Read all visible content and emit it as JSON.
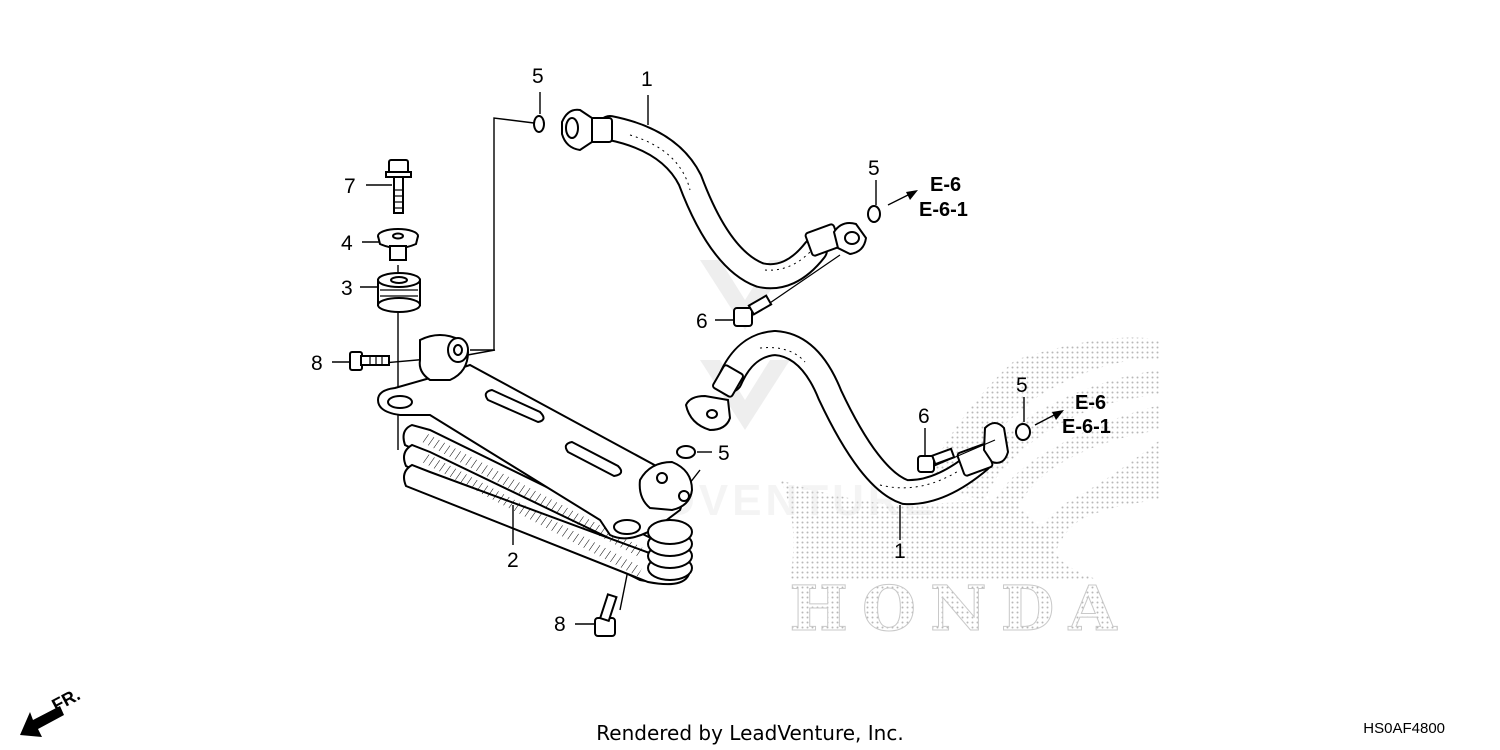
{
  "diagram": {
    "callouts": {
      "hose_upper": "1",
      "hose_lower": "1",
      "cooler": "2",
      "grommet": "3",
      "collar": "4",
      "oring_top": "5",
      "oring_mid_upper": "5",
      "oring_cooler": "5",
      "oring_right_lower": "5",
      "bolt_upper_hose": "6",
      "bolt_lower_hose": "6",
      "bolt_top": "7",
      "bolt_left": "8",
      "bolt_bottom": "8"
    },
    "refs": {
      "upper_a": "E-6",
      "upper_b": "E-6-1",
      "lower_a": "E-6",
      "lower_b": "E-6-1"
    },
    "front_label": "FR.",
    "watermark_brand": "HONDA",
    "footer": "Rendered by LeadVenture, Inc.",
    "diagram_code": "HS0AF4800"
  }
}
